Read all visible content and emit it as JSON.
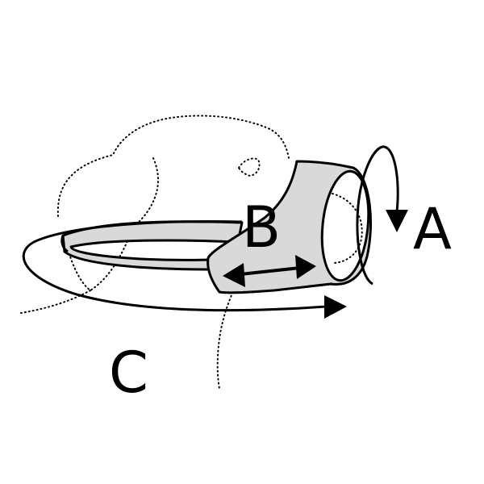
{
  "diagram": {
    "labels": {
      "a": "A",
      "b": "B",
      "c": "C"
    },
    "colors": {
      "line": "#000000",
      "band_fill": "#d9d9d9",
      "background": "#ffffff",
      "dotted_outline": "#000000"
    }
  }
}
